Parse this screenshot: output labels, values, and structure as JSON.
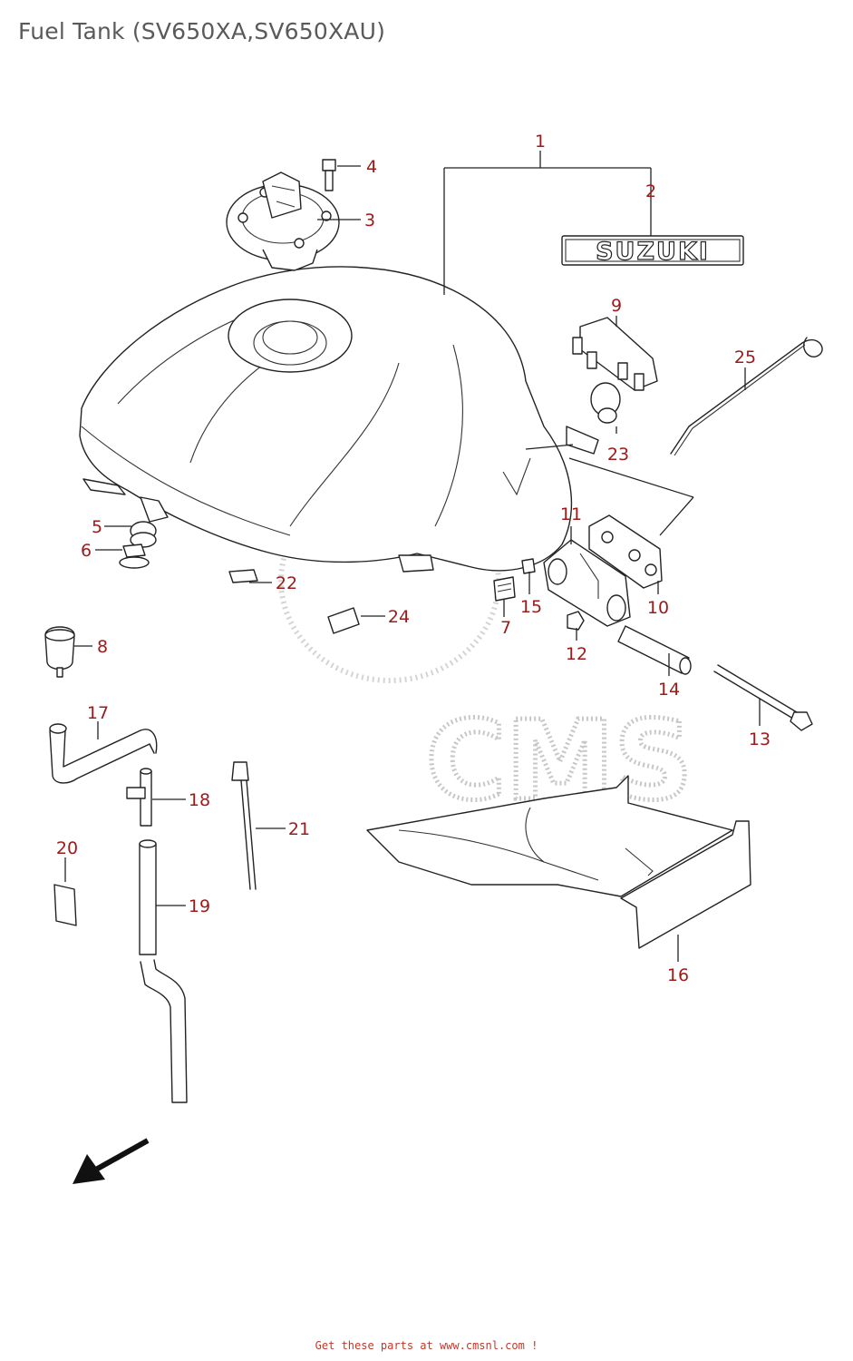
{
  "title": "Fuel Tank (SV650XA,SV650XAU)",
  "footer": "Get these parts at www.cmsnl.com !",
  "brand_decal_text": "SUZUKI",
  "watermark_text": "CMS",
  "colors": {
    "callout": "#9b1b1b",
    "title": "#5a5a5a",
    "footer": "#c0392b",
    "line": "#222222"
  },
  "callouts": [
    {
      "id": "1",
      "label": "1"
    },
    {
      "id": "2",
      "label": "2"
    },
    {
      "id": "3",
      "label": "3"
    },
    {
      "id": "4",
      "label": "4"
    },
    {
      "id": "5",
      "label": "5"
    },
    {
      "id": "6",
      "label": "6"
    },
    {
      "id": "7",
      "label": "7"
    },
    {
      "id": "8",
      "label": "8"
    },
    {
      "id": "9",
      "label": "9"
    },
    {
      "id": "10",
      "label": "10"
    },
    {
      "id": "11",
      "label": "11"
    },
    {
      "id": "12",
      "label": "12"
    },
    {
      "id": "13",
      "label": "13"
    },
    {
      "id": "14",
      "label": "14"
    },
    {
      "id": "15",
      "label": "15"
    },
    {
      "id": "16",
      "label": "16"
    },
    {
      "id": "17",
      "label": "17"
    },
    {
      "id": "18",
      "label": "18"
    },
    {
      "id": "19",
      "label": "19"
    },
    {
      "id": "20",
      "label": "20"
    },
    {
      "id": "21",
      "label": "21"
    },
    {
      "id": "22",
      "label": "22"
    },
    {
      "id": "23",
      "label": "23"
    },
    {
      "id": "24",
      "label": "24"
    },
    {
      "id": "25",
      "label": "25"
    }
  ]
}
